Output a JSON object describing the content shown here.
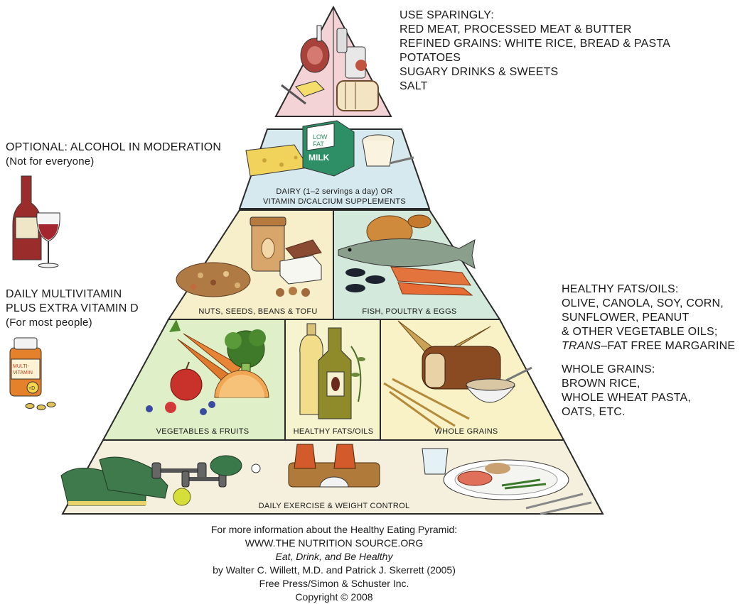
{
  "top_tier": {
    "heading": "USE SPARINGLY:",
    "lines": [
      "RED MEAT, PROCESSED MEAT & BUTTER",
      "REFINED GRAINS: WHITE RICE, BREAD & PASTA",
      "POTATOES",
      "SUGARY DRINKS & SWEETS",
      "SALT"
    ]
  },
  "dairy_label_1": "DAIRY (1–2 servings a day) OR",
  "dairy_label_2": "VITAMIN D/CALCIUM SUPPLEMENTS",
  "nuts_label": "NUTS, SEEDS, BEANS & TOFU",
  "fish_label": "FISH, POULTRY & EGGS",
  "veg_label": "VEGETABLES & FRUITS",
  "fats_label": "HEALTHY FATS/OILS",
  "grains_label": "WHOLE GRAINS",
  "exercise_label": "DAILY EXERCISE & WEIGHT CONTROL",
  "milk_carton": {
    "line1": "LOW",
    "line2": "FAT",
    "line3": "MILK"
  },
  "vitamin_bottle": {
    "line1": "MULTI-",
    "line2": "VITAMIN",
    "line3": "+D"
  },
  "alcohol": {
    "heading": "OPTIONAL: ALCOHOL IN MODERATION",
    "note": "(Not for everyone)"
  },
  "vitamin": {
    "line1": "DAILY MULTIVITAMIN",
    "line2": "PLUS EXTRA VITAMIN D",
    "note": "(For most people)"
  },
  "fats_side": {
    "heading": "HEALTHY FATS/OILS:",
    "lines": [
      "OLIVE, CANOLA, SOY, CORN,",
      "SUNFLOWER, PEANUT",
      "& OTHER VEGETABLE OILS;"
    ],
    "trans_italic": "TRANS",
    "trans_rest": "–FAT FREE MARGARINE"
  },
  "grains_side": {
    "heading": "WHOLE GRAINS:",
    "lines": [
      "BROWN RICE,",
      "WHOLE WHEAT PASTA,",
      "OATS, ETC."
    ]
  },
  "footer": {
    "line1": "For more information about the Healthy Eating Pyramid:",
    "line2": "WWW.THE NUTRITION SOURCE.ORG",
    "line3": "Eat, Drink, and Be Healthy",
    "line4": "by Walter C. Willett, M.D. and Patrick J. Skerrett (2005)",
    "line5": "Free Press/Simon & Schuster Inc.",
    "line6": "Copyright © 2008"
  },
  "colors": {
    "top": "#f3d3d6",
    "dairy": "#d6e9ee",
    "nuts": "#f7efc9",
    "fish": "#d3e9dc",
    "veg": "#dfefc8",
    "fats": "#f6f3cf",
    "grains": "#f8f2c6",
    "exercise": "#f5f0dd",
    "outline": "#2a2a2a"
  }
}
